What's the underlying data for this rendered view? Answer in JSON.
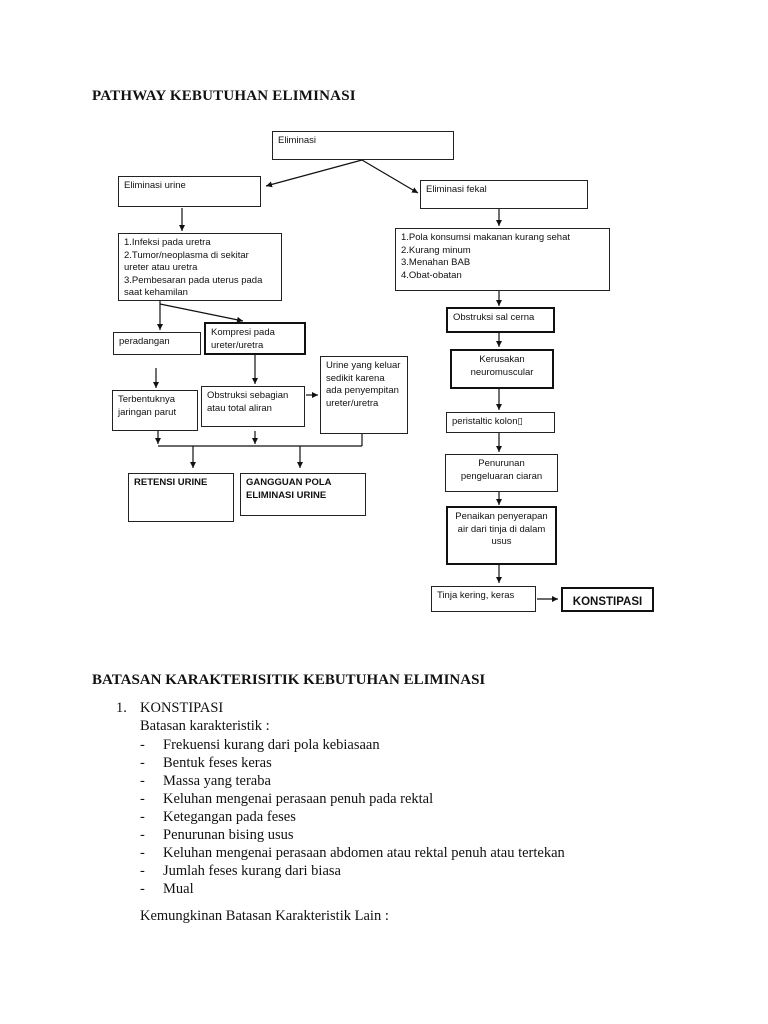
{
  "doc": {
    "title": "PATHWAY KEBUTUHAN ELIMINASI",
    "section_title": "BATASAN KARAKTERISITIK KEBUTUHAN ELIMINASI",
    "list_number": "1.",
    "list_heading": "KONSTIPASI",
    "sub_heading": "Batasan karakteristik :",
    "bullet": "-",
    "items": [
      "Frekuensi kurang dari pola kebiasaan",
      "Bentuk feses keras",
      "Massa yang teraba",
      "Keluhan mengenai perasaan penuh pada rektal",
      "Ketegangan pada feses",
      "Penurunan bising usus",
      "Keluhan mengenai perasaan abdomen atau rektal penuh atau tertekan",
      "Jumlah feses kurang dari biasa",
      "Mual"
    ],
    "footer_line": "Kemungkinan Batasan Karakteristik Lain :"
  },
  "flow": {
    "eliminasi": "Eliminasi",
    "urine": "Eliminasi urine",
    "fekal": "Eliminasi fekal",
    "urine_causes": "1.Infeksi pada  uretra\n2.Tumor/neoplasma di sekitar ureter atau uretra\n3.Pembesaran pada uterus pada saat kehamilan",
    "fekal_causes": "1.Pola konsumsi makanan kurang sehat\n2.Kurang minum\n3.Menahan BAB\n4.Obat-obatan",
    "peradangan": "peradangan",
    "kompresi": "Kompresi pada ureter/uretra",
    "urine_keluar": "Urine yang keluar sedikit karena ada penyempitan ureter/uretra",
    "terbentuknya": "Terbentuknya jaringan parut",
    "obstruksi_sebagian": "Obstruksi sebagian atau total aliran",
    "retensi": "RETENSI URINE",
    "gangguan": "GANGGUAN POLA ELIMINASI URINE",
    "obstruksi_cerna": "Obstruksi sal cerna",
    "kerusakan": "Kerusakan neuromuscular",
    "peristaltic": "peristaltic kolon▯",
    "penurunan": "Penurunan pengeluaran ciaran",
    "penaikan": "Penaikan penyerapan air dari tinja di dalam usus",
    "tinja": "Tinja kering, keras",
    "konstipasi": "KONSTIPASI"
  }
}
